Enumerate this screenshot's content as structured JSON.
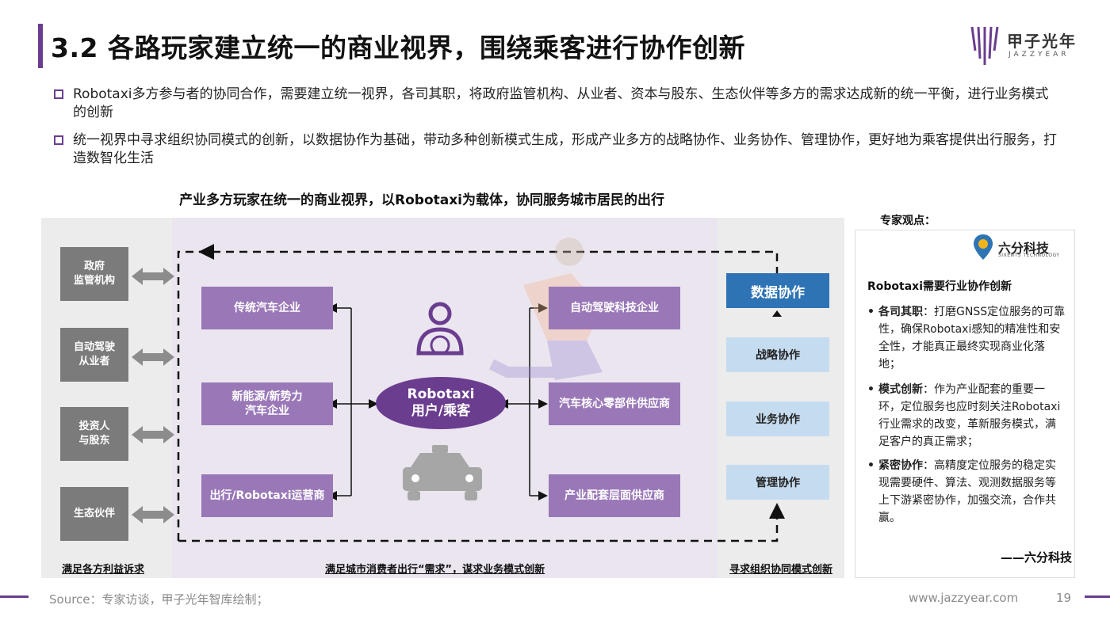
{
  "header": {
    "title": "3.2 各路玩家建立统一的商业视界，围绕乘客进行协作创新",
    "logo_text": "甲子光年",
    "logo_sub": "JAZZYEAR"
  },
  "bullets": [
    "Robotaxi多方参与者的协同合作，需要建立统一视界，各司其职，将政府监管机构、从业者、资本与股东、生态伙伴等多方的需求达成新的统一平衡，进行业务模式的创新",
    "统一视界中寻求组织协同模式的创新，以数据协作为基础，带动多种创新模式生成，形成产业多方的战略协作、业务协作、管理协作，更好地为乘客提供出行服务，打造数智化生活"
  ],
  "diagram": {
    "subtitle": "产业多方玩家在统一的商业视界，以Robotaxi为载体，协同服务城市居民的出行",
    "left_boxes": [
      {
        "line1": "政府",
        "line2": "监管机构"
      },
      {
        "line1": "自动驾驶",
        "line2": "从业者"
      },
      {
        "line1": "投资人",
        "line2": "与股东"
      },
      {
        "line1": "生态伙伴",
        "line2": ""
      }
    ],
    "mid_left_boxes": [
      {
        "line1": "传统汽车企业",
        "line2": ""
      },
      {
        "line1": "新能源/新势力",
        "line2": "汽车企业"
      },
      {
        "line1": "出行/Robotaxi运营商",
        "line2": ""
      }
    ],
    "mid_right_boxes": [
      {
        "line1": "自动驾驶科技企业"
      },
      {
        "line1": "汽车核心零部件供应商"
      },
      {
        "line1": "产业配套层面供应商"
      }
    ],
    "center": {
      "line1": "Robotaxi",
      "line2": "用户/乘客"
    },
    "right_boxes": {
      "top": "数据协作",
      "items": [
        "战略协作",
        "业务协作",
        "管理协作"
      ]
    },
    "footer_labels": {
      "left": "满足各方利益诉求",
      "mid": "满足城市消费者出行“需求”，谋求业务模式创新",
      "right": "寻求组织协同模式创新"
    },
    "colors": {
      "purple_dark": "#6a3d8f",
      "purple_box": "#9a78b8",
      "blue_dark": "#2e74b5",
      "blue_light": "#c5dcf0",
      "gray_box": "#7b7b7b"
    }
  },
  "expert": {
    "title": "专家观点：",
    "company": "六分科技",
    "company_sub": "SIXENTS TECHNOLOGY",
    "heading": "Robotaxi需要行业协作创新",
    "points": [
      {
        "bold": "各司其职",
        "text": "：打磨GNSS定位服务的可靠性，确保Robotaxi感知的精准性和安全性，才能真正最终实现商业化落地；"
      },
      {
        "bold": "模式创新",
        "text": "：作为产业配套的重要一环，定位服务也应时刻关注Robotaxi行业需求的改变，革新服务模式，满足客户的真正需求；"
      },
      {
        "bold": "紧密协作",
        "text": "：高精度定位服务的稳定实现需要硬件、算法、观测数据服务等上下游紧密协作，加强交流，合作共赢。"
      }
    ],
    "signature": "——六分科技"
  },
  "footer": {
    "source": "Source：专家访谈，甲子光年智库绘制；",
    "site": "www.jazzyear.com",
    "page": "19"
  }
}
